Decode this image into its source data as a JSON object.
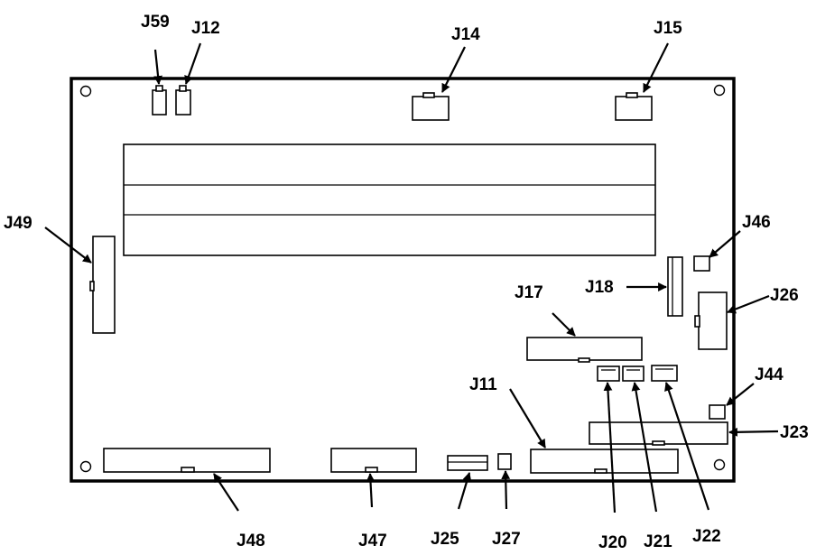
{
  "labels": {
    "j59": "J59",
    "j12": "J12",
    "j14": "J14",
    "j15": "J15",
    "j49": "J49",
    "j46": "J46",
    "j18": "J18",
    "j26": "J26",
    "j17": "J17",
    "j11": "J11",
    "j44": "J44",
    "j23": "J23",
    "j48": "J48",
    "j47": "J47",
    "j25": "J25",
    "j27": "J27",
    "j20": "J20",
    "j21": "J21",
    "j22": "J22"
  }
}
